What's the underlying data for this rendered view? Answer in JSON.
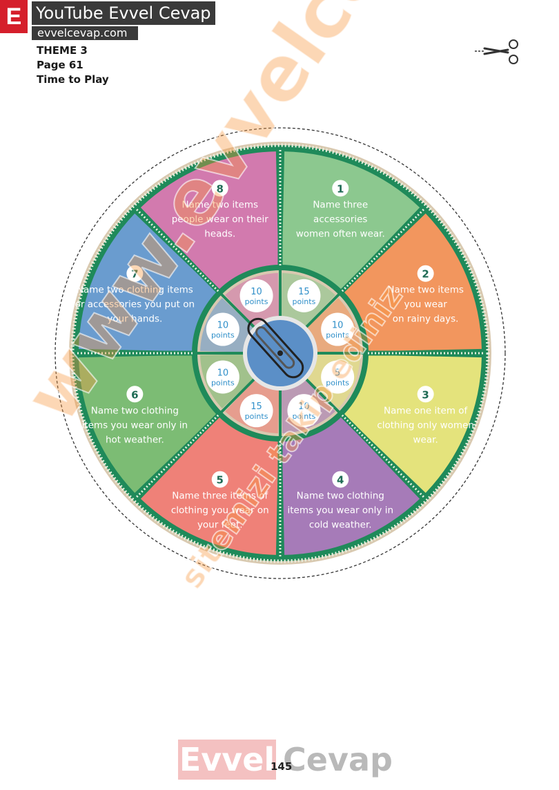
{
  "brand": {
    "letter": "E",
    "title": "YouTube Evvel Cevap",
    "url": "evvelcevap.com"
  },
  "header": {
    "theme": "THEME 3",
    "page": "Page 61",
    "section": "Time to Play"
  },
  "wheel": {
    "segments": [
      {
        "num": "1",
        "lines": [
          "Name three",
          "accessories",
          "women often wear."
        ],
        "color": "#8cc88f"
      },
      {
        "num": "2",
        "lines": [
          "Name two items",
          "you wear",
          "on rainy days."
        ],
        "color": "#f2965e"
      },
      {
        "num": "3",
        "lines": [
          "Name one item of",
          "clothing only women",
          "wear."
        ],
        "color": "#e4e37c"
      },
      {
        "num": "4",
        "lines": [
          "Name two clothing",
          "items you wear only in",
          "cold weather."
        ],
        "color": "#a67bb8"
      },
      {
        "num": "5",
        "lines": [
          "Name three items of",
          "clothing you wear on",
          "your feet."
        ],
        "color": "#ef8178"
      },
      {
        "num": "6",
        "lines": [
          "Name two clothing",
          "items you wear only in",
          "hot weather."
        ],
        "color": "#7cbc74"
      },
      {
        "num": "7",
        "lines": [
          "Name two clothing items",
          "or accessories you put on",
          "your hands."
        ],
        "color": "#6a9ccf"
      },
      {
        "num": "8",
        "lines": [
          "Name two items",
          "people wear on their",
          "heads."
        ],
        "color": "#d27aae"
      }
    ],
    "points": [
      {
        "value": "15",
        "unit": "points"
      },
      {
        "value": "10",
        "unit": "points"
      },
      {
        "value": "5",
        "unit": "points"
      },
      {
        "value": "10",
        "unit": "points"
      },
      {
        "value": "15",
        "unit": "points"
      },
      {
        "value": "10",
        "unit": "points"
      },
      {
        "value": "10",
        "unit": "points"
      },
      {
        "value": "10",
        "unit": "points"
      }
    ]
  },
  "watermarks": [
    "www.evvelcevap.com",
    "sitemizi takip ediniz"
  ],
  "footer": {
    "logo_left": "Evvel",
    "logo_right": "Cevap",
    "page_number": "145"
  }
}
